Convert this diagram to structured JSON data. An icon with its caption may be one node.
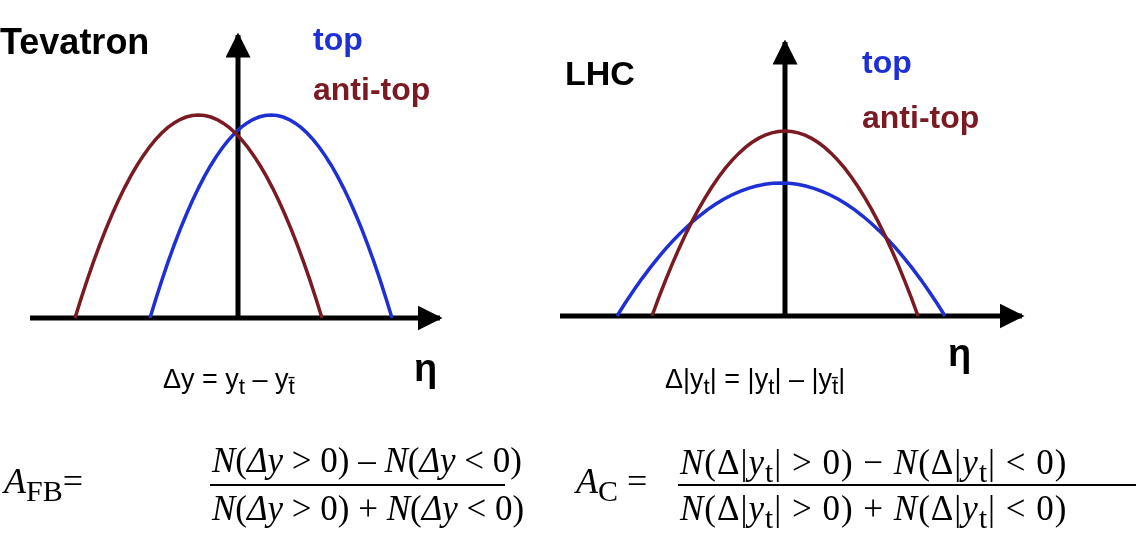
{
  "diagram": {
    "labels": [
      "Tevatron",
      "LHC",
      "η",
      "Δy = y$_{t}$ – y$_{t̄}$",
      "η",
      "Δ|y$_{t}$| = |y$_{t}$| – |y$_{t̄}$|",
      "*A*$_{FB}$=",
      "*N*(*Δy* > 0) – *N*(*Δy* < 0)",
      "*N*(*Δy* > 0) + *N*(*Δy* < 0)",
      "*A*$_{C}$ =",
      "*N*(Δ|*y*$_{t}$| > 0) − *N*(Δ|*y*$_{t}$| < 0)",
      "*N*(Δ|*y*$_{t}$| > 0) + *N*(Δ|*y*$_{t}$| < 0)"
    ],
    "legend": [
      {
        "text": "top",
        "color": "#1f2fd6"
      },
      {
        "text": "anti-top",
        "color": "#7a1a22"
      },
      {
        "text": "top",
        "color": "#1f2fd6"
      },
      {
        "text": "anti-top",
        "color": "#7a1a22"
      }
    ]
  }
}
